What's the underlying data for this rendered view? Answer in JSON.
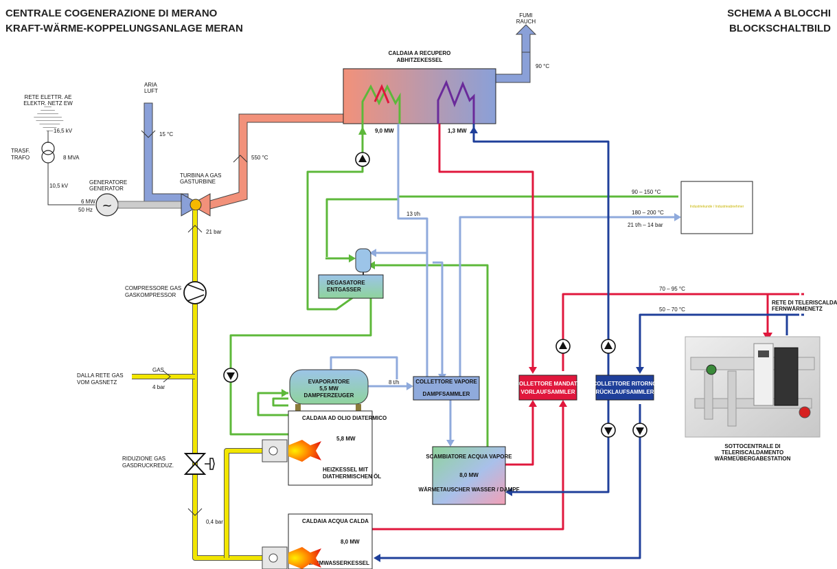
{
  "header": {
    "title_it": "CENTRALE COGENERAZIONE DI MERANO",
    "title_de": "KRAFT-WÄRME-KOPPELUNGSANLAGE MERAN",
    "scheme_it": "SCHEMA A BLOCCHI",
    "scheme_de": "BLOCKSCHALTBILD"
  },
  "exhaust": {
    "it": "FUMI",
    "de": "RAUCH",
    "temp": "90 °C"
  },
  "recovery_boiler": {
    "it": "CALDAIA A RECUPERO",
    "de": "ABHITZEKESSEL",
    "power_1": "9,0 MW",
    "power_2": "1,3 MW"
  },
  "grid": {
    "it": "RETE ELETTR. AE",
    "de": "ELEKTR. NETZ EW",
    "voltage_hv": "16,5 kV"
  },
  "transformer": {
    "it": "TRASF.",
    "de": "TRAFO",
    "rating": "8 MVA",
    "voltage_lv": "10,5 kV"
  },
  "generator": {
    "it": "GENERATORE",
    "de": "GENERATOR",
    "power": "6 MW",
    "freq": "50 Hz"
  },
  "air": {
    "it": "ARIA",
    "de": "LUFT",
    "temp": "15 °C"
  },
  "turbine": {
    "it": "TURBINA A GAS",
    "de": "GASTURBINE",
    "exhaust_temp": "550 °C",
    "pressure": "21 bar"
  },
  "compressor": {
    "it": "COMPRESSORE GAS",
    "de": "GASKOMPRESSOR"
  },
  "gas_supply": {
    "it": "DALLA RETE GAS",
    "de": "VOM GASNETZ",
    "gas": "GAS",
    "pressure": "4 bar"
  },
  "reducer": {
    "it": "RIDUZIONE GAS",
    "de": "GASDRUCKREDUZ.",
    "pressure": "0,4 bar"
  },
  "degasser": {
    "it": "DEGASATORE",
    "de": "ENTGASSER"
  },
  "steam_flow": {
    "flow": "13 t/h",
    "evap_flow": "8 t/h"
  },
  "evaporator": {
    "it": "EVAPORATORE",
    "power": "5,5 MW",
    "de": "DAMPFERZEUGER"
  },
  "steam_collector": {
    "it": "COLLETTORE VAPORE",
    "de": "DAMPFSAMMLER"
  },
  "oil_boiler": {
    "it": "CALDAIA AD OLIO DIATERMICO",
    "power": "5,8 MW",
    "de_1": "HEIZKESSEL MIT",
    "de_2": "DIATHERMISCHEN ÖL"
  },
  "heat_exchanger": {
    "it": "SCAMBIATORE ACQUA VAPORE",
    "power": "8,0 MW",
    "de": "WÄRMETAUSCHER WASSER / DAMPF"
  },
  "hot_water_boiler": {
    "it": "CALDAIA ACQUA CALDA",
    "power": "8,0 MW",
    "de": "WARMWASSERKESSEL"
  },
  "supply_collector": {
    "it": "COLLETTORE MANDATA",
    "de": "VORLAUFSAMMLER"
  },
  "return_collector": {
    "it": "COLLETTORE RITORNO",
    "de": "RÜCKLAUFSAMMLER"
  },
  "consumer": {
    "label": "Industriekunde / Industrieabnehmer"
  },
  "lines": {
    "temp_green": "90 – 150 °C",
    "temp_steam": "180 – 200 °C",
    "steam_export": "21 t/h – 14 bar",
    "dh_supply": "70 – 95 °C",
    "dh_return": "50 – 70 °C"
  },
  "dh_network": {
    "it": "RETE DI TELERISCALDAMENTO",
    "de": "FERNWÄRMENETZ"
  },
  "substation": {
    "it_1": "SOTTOCENTRALE DI",
    "it_2": "TELERISCALDAMENTO",
    "de": "WÄRMEÜBERGABESTATION"
  },
  "colors": {
    "yellow_gas": "#f2e600",
    "green_water": "#5db83a",
    "light_blue_steam": "#8faadc",
    "red_supply": "#e0173c",
    "dark_blue_return": "#1f3f9a"
  }
}
